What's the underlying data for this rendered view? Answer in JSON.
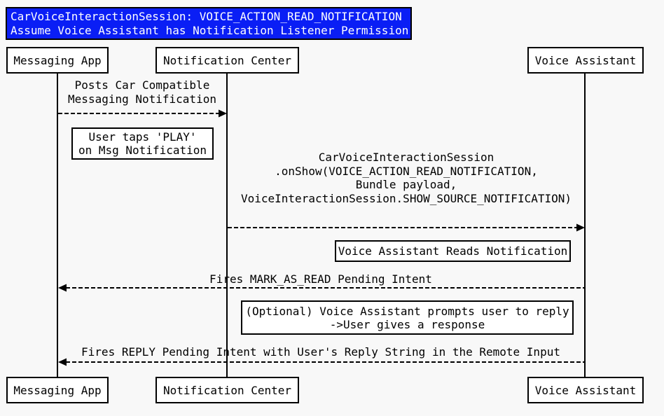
{
  "title": {
    "lines": [
      "CarVoiceInteractionSession: VOICE_ACTION_READ_NOTIFICATION",
      "Assume Voice Assistant has Notification Listener Permission"
    ]
  },
  "participants": {
    "messaging_app": "Messaging App",
    "notification_center": "Notification Center",
    "voice_assistant": "Voice Assistant"
  },
  "messages": [
    {
      "from": "Messaging App",
      "to": "Notification Center",
      "lines": [
        "Posts Car Compatible",
        "Messaging Notification"
      ]
    },
    {
      "from": "Notification Center",
      "to": "Voice Assistant",
      "lines": [
        "CarVoiceInteractionSession",
        ".onShow(VOICE_ACTION_READ_NOTIFICATION,",
        "Bundle payload,",
        "VoiceInteractionSession.SHOW_SOURCE_NOTIFICATION)"
      ]
    },
    {
      "from": "Voice Assistant",
      "to": "Messaging App",
      "lines": [
        "Fires MARK_AS_READ Pending Intent"
      ]
    },
    {
      "from": "Voice Assistant",
      "to": "Messaging App",
      "lines": [
        "Fires REPLY Pending Intent with User's Reply String in the Remote Input"
      ]
    }
  ],
  "notes": [
    {
      "lines": [
        "User taps 'PLAY'",
        "on Msg Notification"
      ]
    },
    {
      "lines": [
        "Voice Assistant Reads Notification"
      ]
    },
    {
      "lines": [
        "(Optional) Voice Assistant prompts user to reply",
        "->User gives a response"
      ]
    }
  ],
  "colors": {
    "page_bg": "#f8f8f8",
    "title_bg": "#0a1ef5",
    "title_text": "#ffffff",
    "stroke": "#000000",
    "box_fill": "#ffffff"
  }
}
